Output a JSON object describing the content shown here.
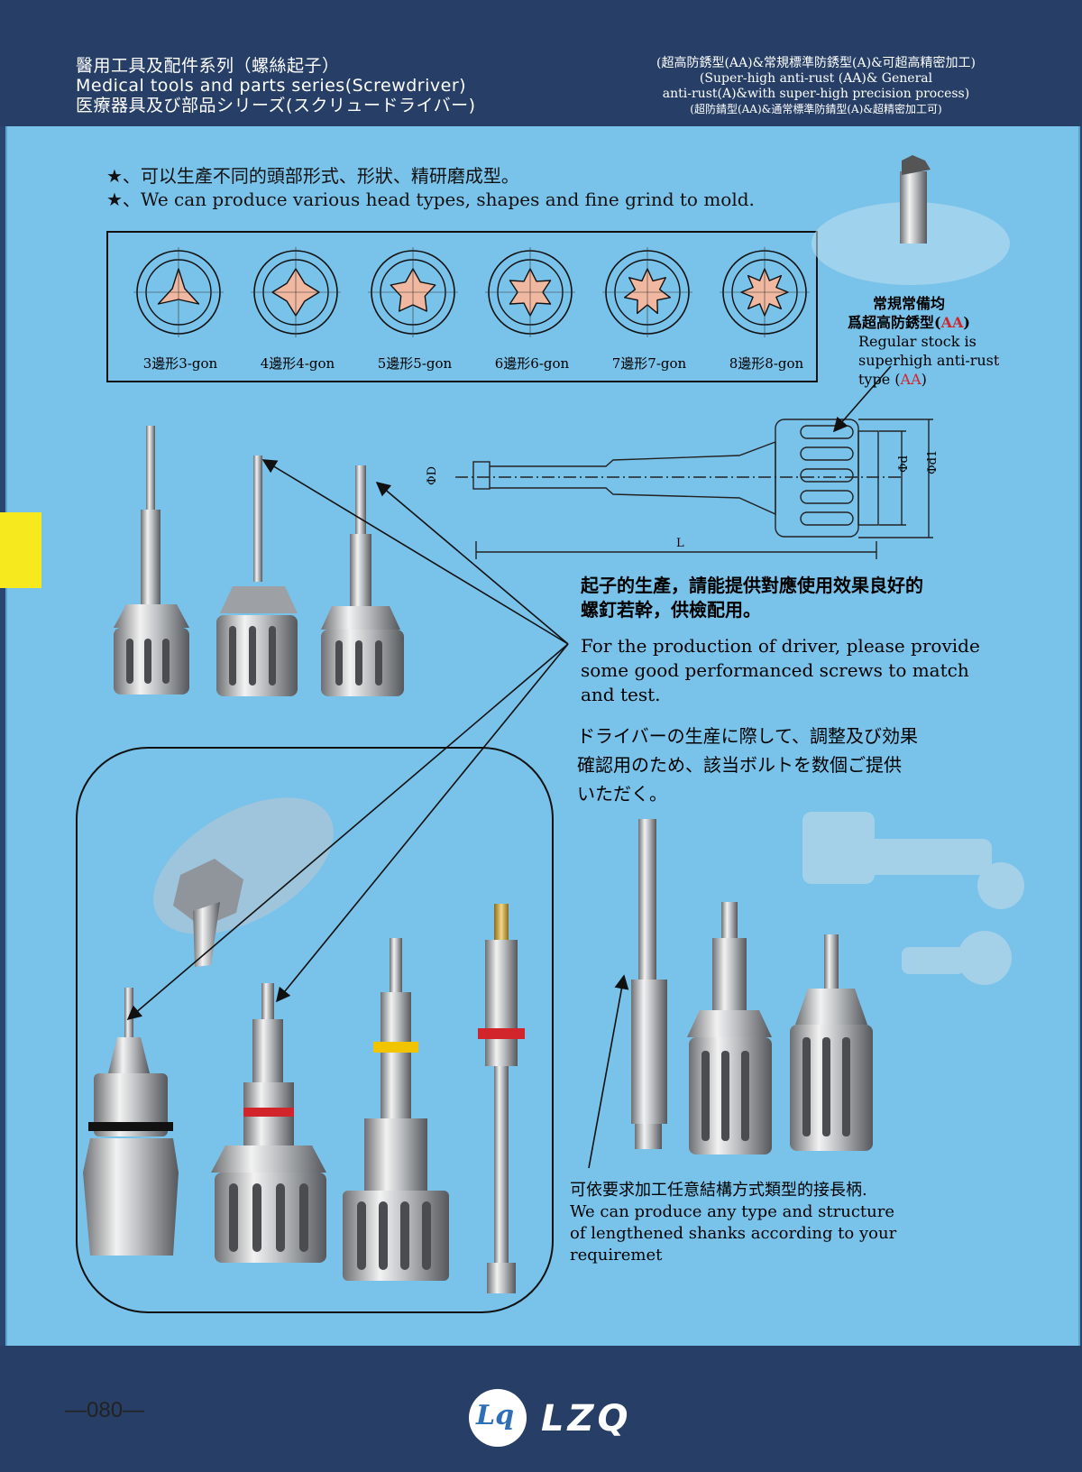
{
  "header": {
    "title_zh": "醫用工具及配件系列（螺絲起子）",
    "title_en": "Medical tools and parts series(Screwdriver)",
    "title_jp": "医療器具及び部品シリーズ(スクリュードライバー)",
    "right_1": "(超高防銹型(AA)&常規標準防銹型(A)&可超高精密加工)",
    "right_2": "(Super-high anti-rust (AA)& General",
    "right_3": "anti-rust(A)&with super-high precision process)",
    "right_4": "(超防錆型(AA)&通常標準防錆型(A)&超精密加工可)"
  },
  "intro": {
    "line_zh": "★、可以生產不同的頭部形式、形狀、精研磨成型。",
    "line_en": "★、We can produce various head types, shapes and fine grind to mold."
  },
  "gons": [
    {
      "label": "3邊形3-gon",
      "n": 3
    },
    {
      "label": "4邊形4-gon",
      "n": 4
    },
    {
      "label": "5邊形5-gon",
      "n": 5
    },
    {
      "label": "6邊形6-gon",
      "n": 6
    },
    {
      "label": "7邊形7-gon",
      "n": 7
    },
    {
      "label": "8邊形8-gon",
      "n": 8
    }
  ],
  "stock": {
    "line1": "常規常備均",
    "line2a": "爲超高防銹型(",
    "line2b": "AA",
    "line2c": ")",
    "line3": "Regular stock is",
    "line4": "superhigh anti-rust",
    "line5a": "type (",
    "line5b": "AA",
    "line5c": ")"
  },
  "drawing": {
    "dim_D": "ΦD",
    "dim_d": "Φd",
    "dim_d1": "Φd1",
    "dim_L": "L"
  },
  "production": {
    "zh_1": "起子的生產，請能提供對應使用效果良好的",
    "zh_2": "螺釘若幹，供檢配用。",
    "en_1": "For the production of driver, please provide",
    "en_2": "some good performanced screws to match",
    "en_3": "and test.",
    "jp_1": "ドライバーの生産に際して、調整及び効果",
    "jp_2": "確認用のため、該当ボルトを数個ご提供",
    "jp_3": "いただく。"
  },
  "shank": {
    "zh": "可依要求加工任意結構方式類型的接長柄.",
    "en_1": "We can produce any type and structure",
    "en_2": "of lengthened shanks  according to your",
    "en_3": "requiremet"
  },
  "footer": {
    "page": "—080—",
    "logo_mark": "Lq",
    "logo_text": "LZQ"
  },
  "colors": {
    "background": "#79c2ea",
    "header": "#273f66",
    "tab": "#f6ea1f",
    "accent_red": "#d1242b",
    "tip_fill": "#f0b8a0"
  }
}
